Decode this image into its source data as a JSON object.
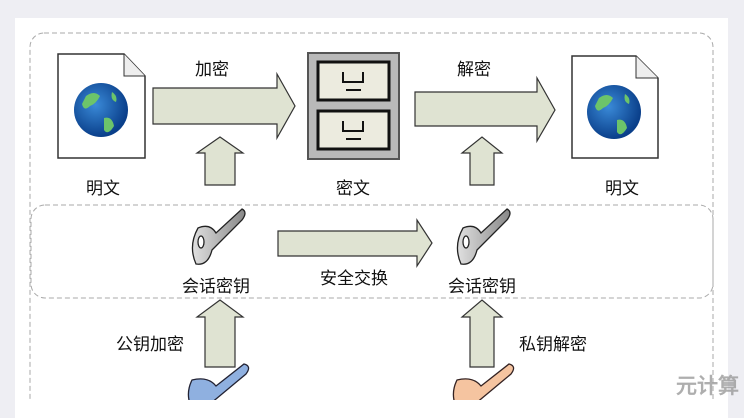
{
  "labels": {
    "encrypt": "加密",
    "decrypt": "解密",
    "plaintext_left": "明文",
    "ciphertext": "密文",
    "plaintext_right": "明文",
    "session_key_left": "会话密钥",
    "secure_exchange": "安全交换",
    "session_key_right": "会话密钥",
    "public_key_encrypt": "公钥加密",
    "private_key_decrypt": "私钥解密"
  },
  "watermark": "元计算",
  "colors": {
    "arrow_fill": "#dfe3d2",
    "public_key": "#8fb0e0",
    "private_key": "#f5c4a0",
    "session_key": "#b8b8b8"
  }
}
